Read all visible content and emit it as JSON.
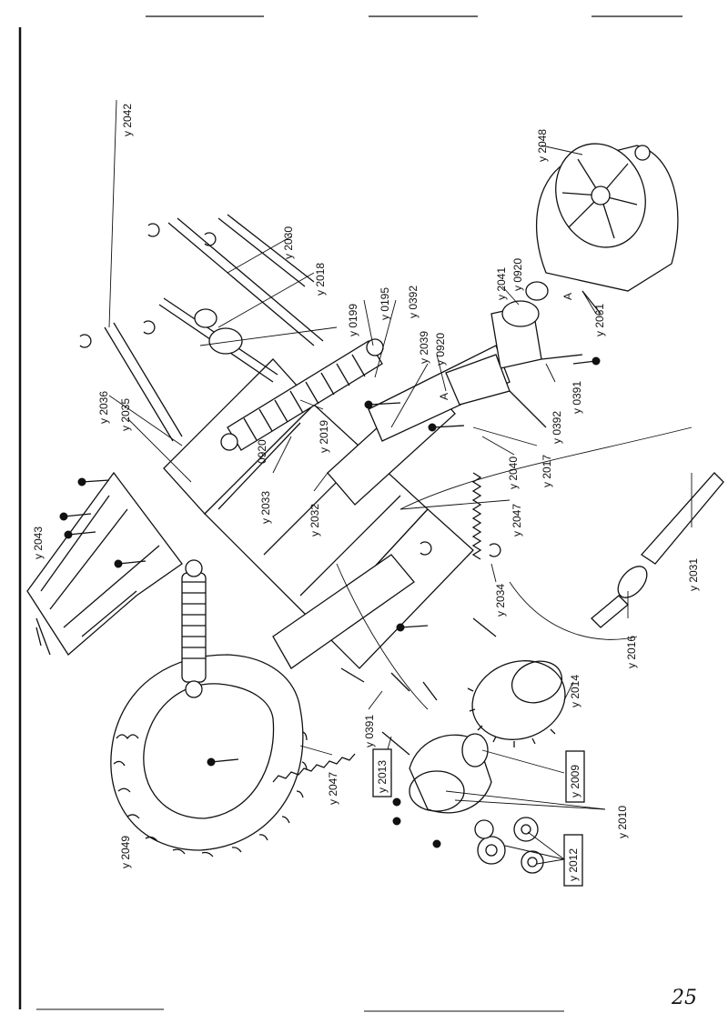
{
  "page_number": "25",
  "part_labels": [
    {
      "id": "y2042",
      "text": "y 2042"
    },
    {
      "id": "y2048",
      "text": "y 2048"
    },
    {
      "id": "y2030",
      "text": "y 2030"
    },
    {
      "id": "y2018",
      "text": "y 2018"
    },
    {
      "id": "y0199",
      "text": "y 0199"
    },
    {
      "id": "y0195",
      "text": "y 0195"
    },
    {
      "id": "y0392a",
      "text": "y 0392"
    },
    {
      "id": "y2041",
      "text": "y 2041"
    },
    {
      "id": "y0920a",
      "text": "y 0920"
    },
    {
      "id": "y2039",
      "text": "y 2039"
    },
    {
      "id": "y0920b",
      "text": "y 0920"
    },
    {
      "id": "y2061",
      "text": "y 2061"
    },
    {
      "id": "y0391a",
      "text": "y 0391"
    },
    {
      "id": "y0392b",
      "text": "y 0392"
    },
    {
      "id": "y2036",
      "text": "y 2036"
    },
    {
      "id": "y2035",
      "text": "y 2035"
    },
    {
      "id": "y2019",
      "text": "y 2019"
    },
    {
      "id": "y2017",
      "text": "y 2017"
    },
    {
      "id": "y2040",
      "text": "y 2040"
    },
    {
      "id": "y2033",
      "text": "y 2033"
    },
    {
      "id": "y2032",
      "text": "y 2032"
    },
    {
      "id": "y2047a",
      "text": "y 2047"
    },
    {
      "id": "y2031",
      "text": "y 2031"
    },
    {
      "id": "y2043",
      "text": "y 2043"
    },
    {
      "id": "y2034",
      "text": "y 2034"
    },
    {
      "id": "y2016",
      "text": "y 2016"
    },
    {
      "id": "y2014",
      "text": "y 2014"
    },
    {
      "id": "y0391b",
      "text": "y 0391"
    },
    {
      "id": "y2047b",
      "text": "y 2047"
    },
    {
      "id": "y2049",
      "text": "y 2049"
    },
    {
      "id": "y2010",
      "text": "y 2010"
    }
  ],
  "boxed_labels": [
    {
      "id": "y2013",
      "text": "y 2013"
    },
    {
      "id": "y2009",
      "text": "y 2009"
    },
    {
      "id": "y2012",
      "text": "y 2012"
    }
  ],
  "callouts": {
    "A1": "A",
    "A2": "A",
    "partial_0920": "0920"
  }
}
